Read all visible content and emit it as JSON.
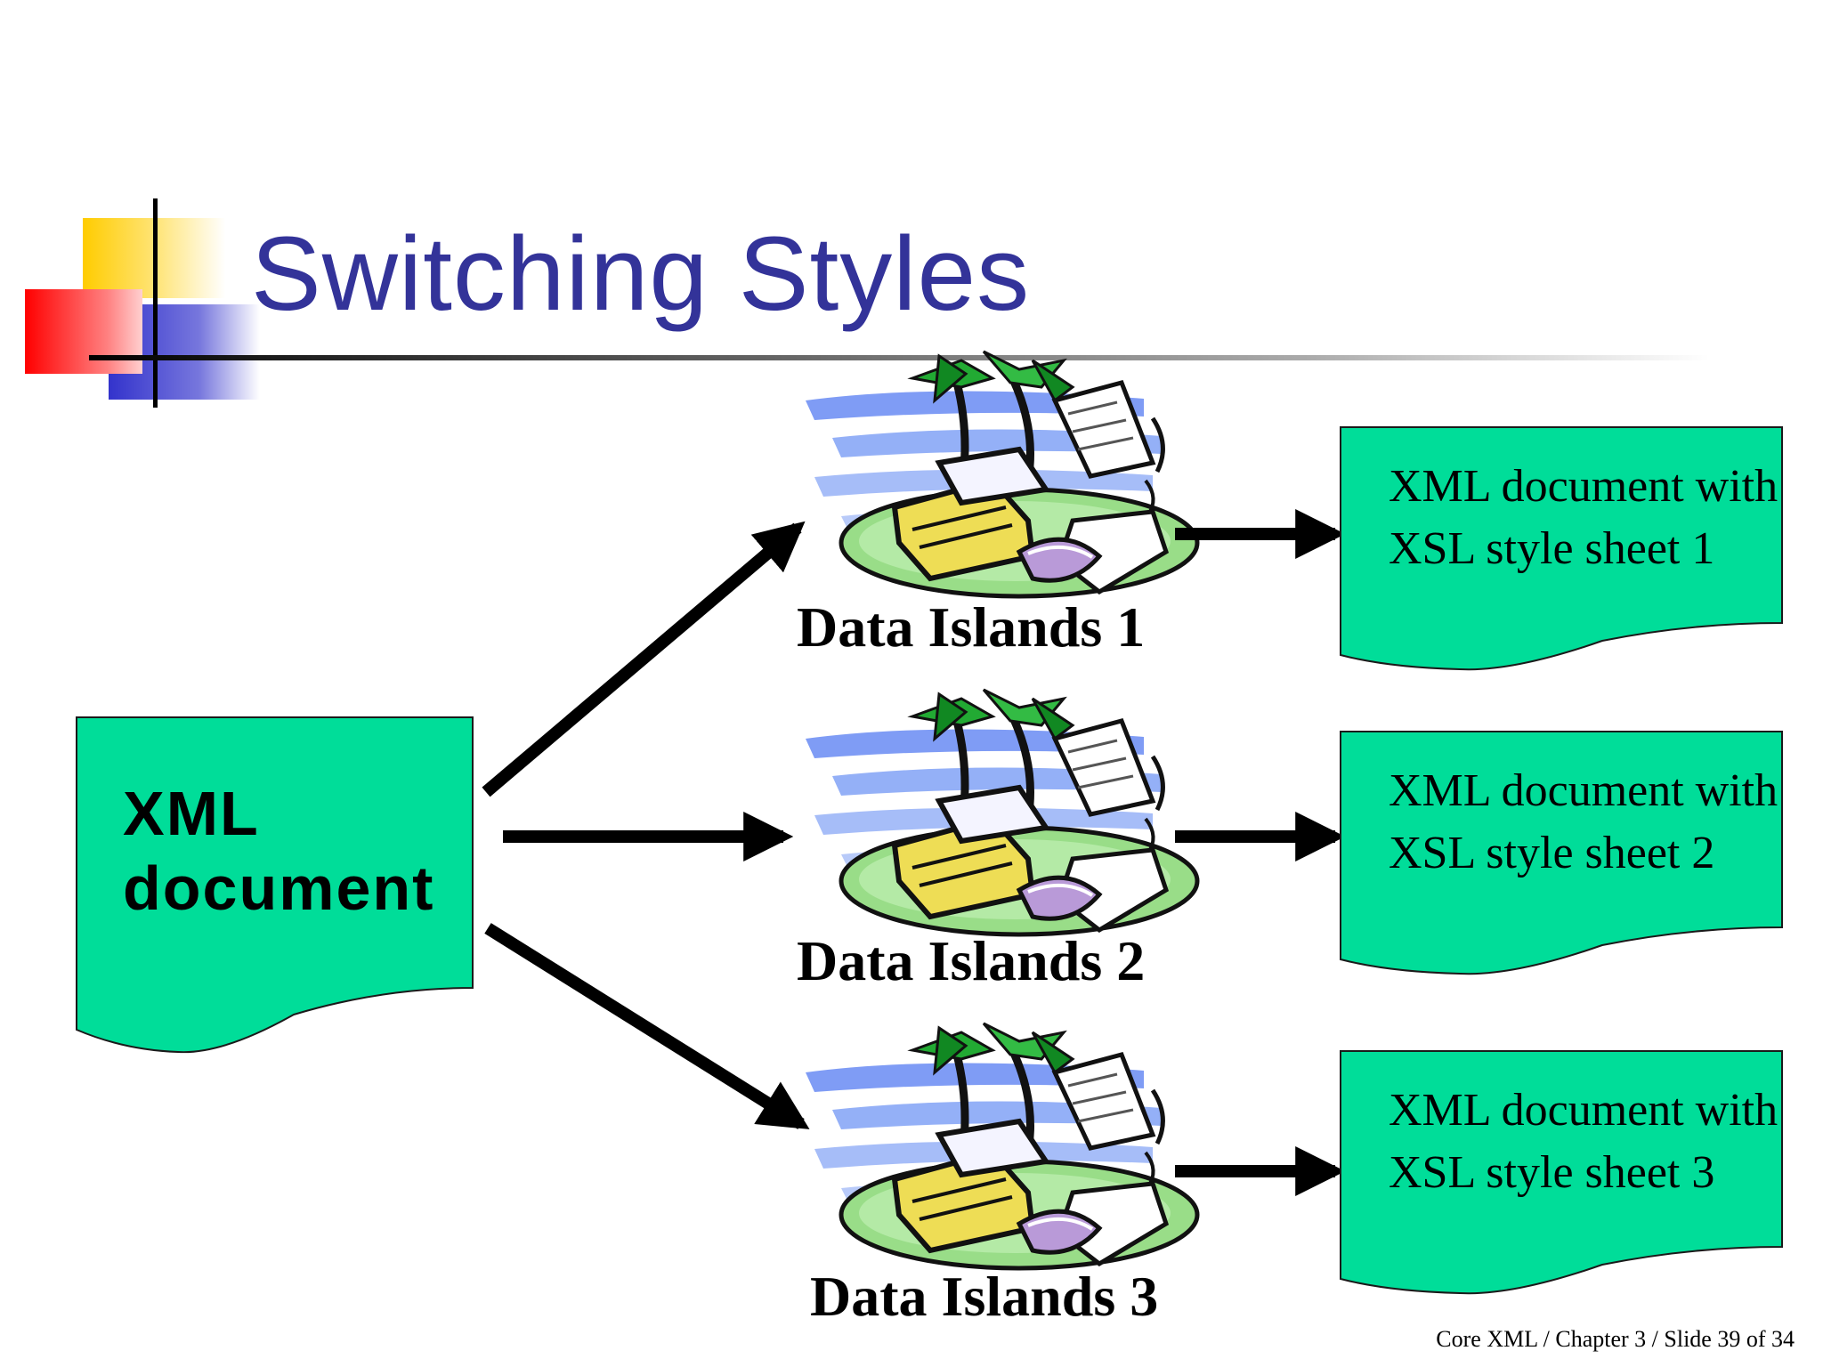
{
  "slide": {
    "title": "Switching Styles",
    "footer": "Core XML / Chapter 3 / Slide 39 of 34"
  },
  "diagram": {
    "source_document": "XML document",
    "islands": [
      {
        "label": "Data Islands 1",
        "output": "XML document with XSL style sheet 1"
      },
      {
        "label": "Data Islands 2",
        "output": "XML document with XSL style sheet 2"
      },
      {
        "label": "Data Islands 3",
        "output": "XML document with XSL style sheet 3"
      }
    ]
  },
  "colors": {
    "title": "#333399",
    "document_fill": "#00dd99",
    "arrow": "#000000",
    "deco_yellow": "#ffcc00",
    "deco_red": "#ff0000",
    "deco_blue": "#3333cc"
  }
}
